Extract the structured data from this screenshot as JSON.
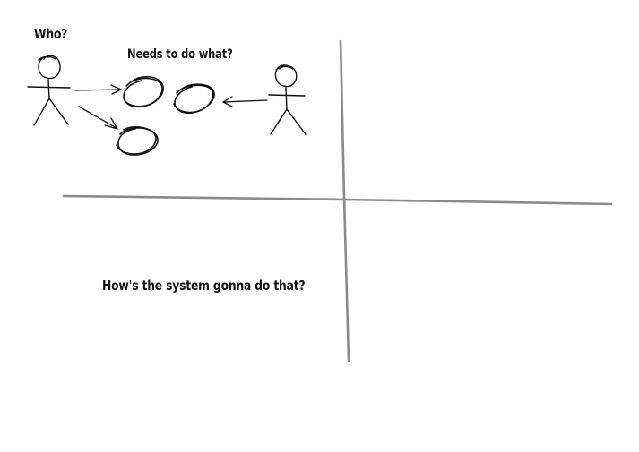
{
  "labels": {
    "who": "Who?",
    "needs": "Needs to do what?",
    "how": "How's the system gonna do that?"
  },
  "colors": {
    "ink": "#111111",
    "divider": "#8a8a8a"
  }
}
